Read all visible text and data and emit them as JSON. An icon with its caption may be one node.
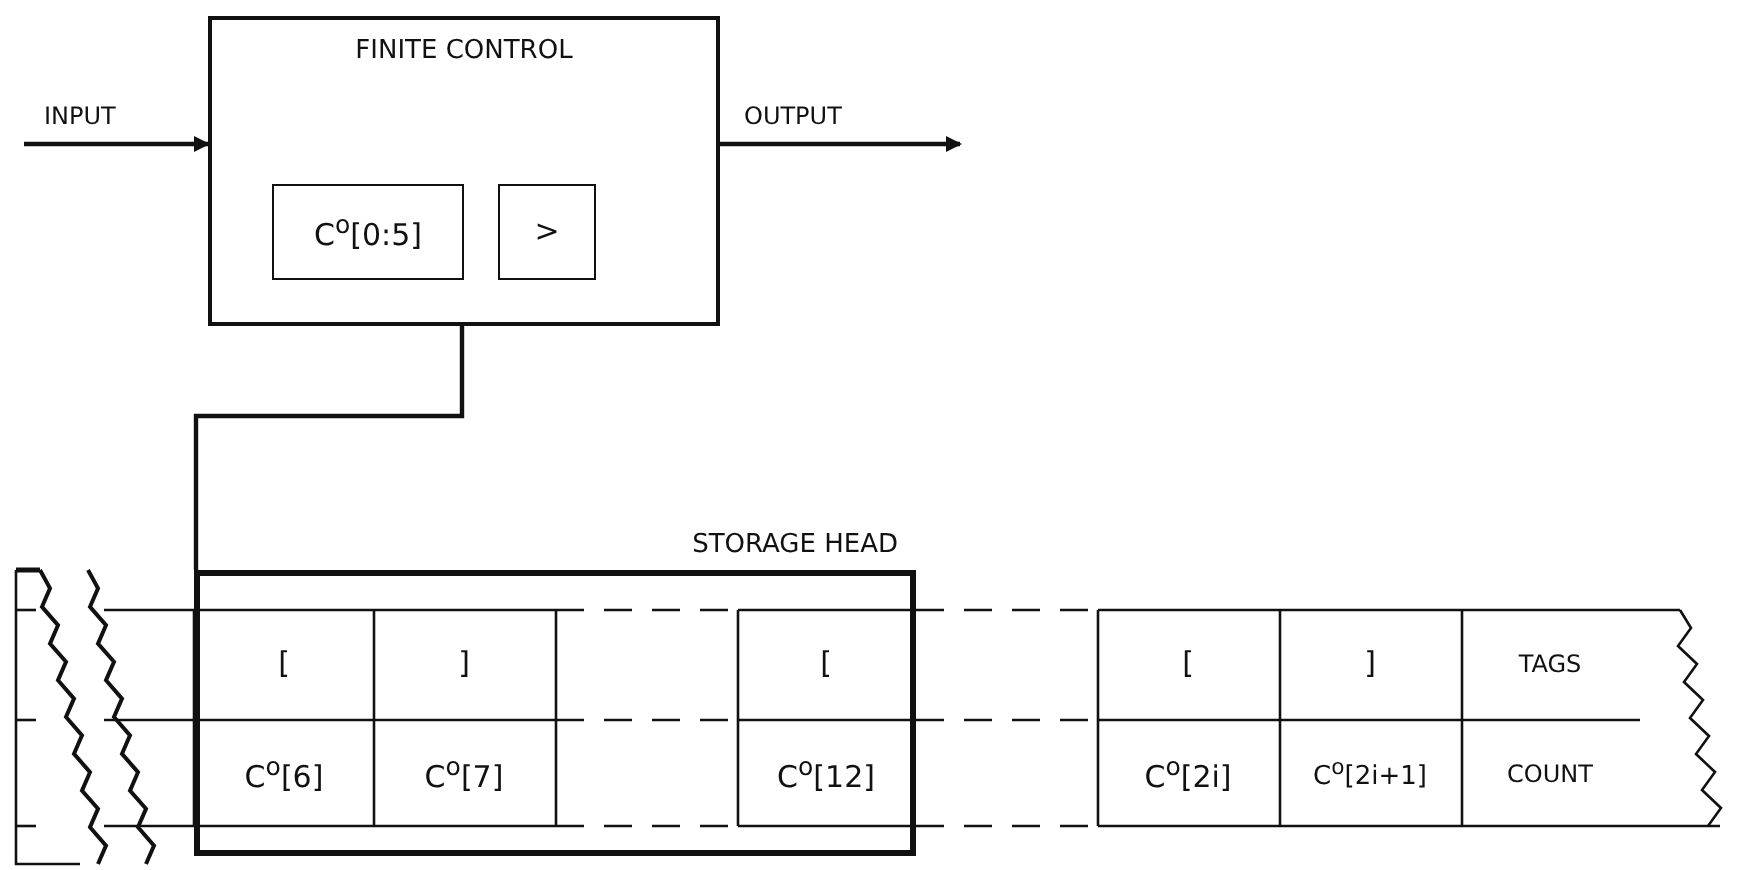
{
  "diagram": {
    "nodes": [
      {
        "text": [
          "FINITE CONTROL"
        ]
      },
      {
        "text": [
          "C$^{o}$[0:5]"
        ],
        "in": 0
      },
      {
        "text": [
          ">"
        ],
        "in": 0
      },
      {
        "text": [
          "STORAGE HEAD"
        ]
      }
    ],
    "edges": [
      {
        "from": null,
        "to": 0,
        "arrow": "to",
        "label": "INPUT"
      },
      {
        "from": 0,
        "to": null,
        "arrow": "to",
        "label": "OUTPUT"
      },
      {
        "from": 0,
        "to": 3,
        "arrow": "none"
      }
    ],
    "labels": [
      "[",
      "]",
      "[",
      "[",
      "]",
      "TAGS",
      "C$^{o}$[6]",
      "C$^{o}$[7]",
      "C$^{o}$[12]",
      "C$^{o}$[2i]",
      "C$^{o}$[2i+1]",
      "COUNT"
    ]
  }
}
